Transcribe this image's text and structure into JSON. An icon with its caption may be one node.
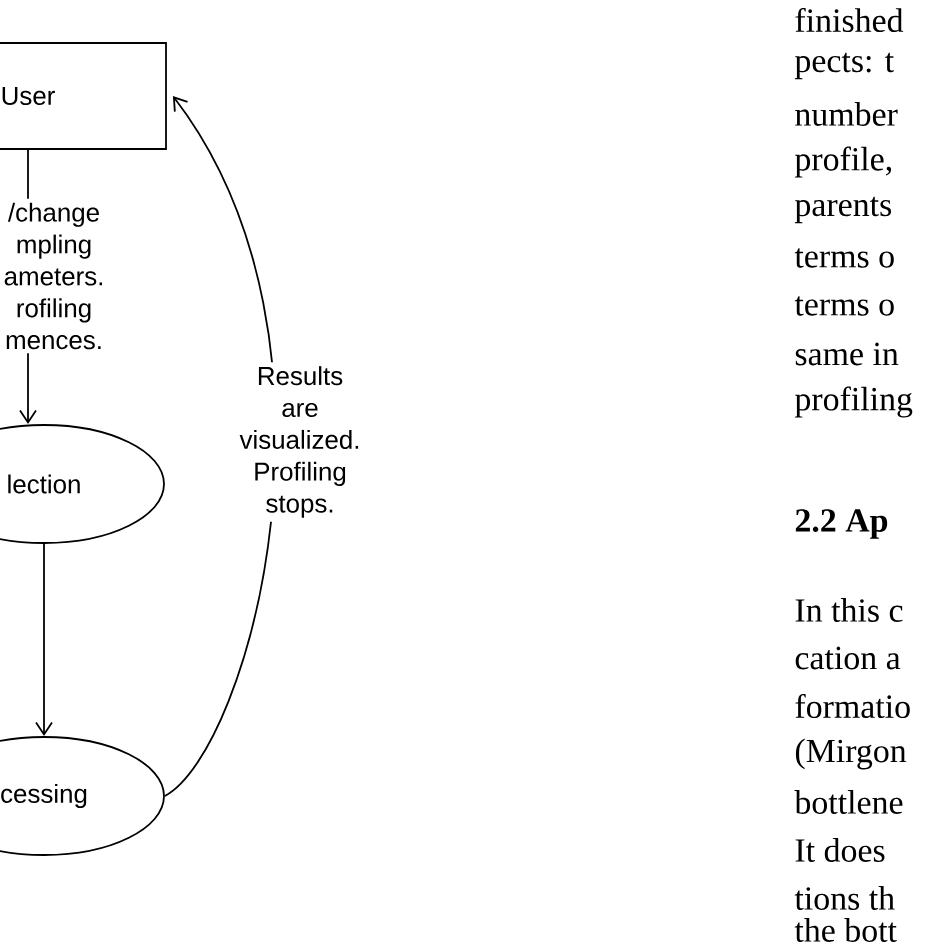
{
  "diagram": {
    "nodes": [
      {
        "text": [
          "User"
        ]
      },
      {
        "text": [
          "lection"
        ]
      },
      {
        "text": [
          "cessing"
        ]
      }
    ],
    "edges": [
      {
        "from": 0,
        "to": 1,
        "arrow": "to",
        "label": "/change mpling ameters. rofiling mences."
      },
      {
        "from": 1,
        "to": 2,
        "arrow": "to"
      },
      {
        "from": 2,
        "to": 0,
        "arrow": "to",
        "label": "Results are visualized. Profiling stops."
      }
    ],
    "labels": [
      "finished",
      "pects: t",
      "number",
      "profile,",
      "parents",
      "terms o",
      "terms o",
      "same in",
      "profiling",
      "**2.2 Ap**",
      "In this c",
      "cation a",
      "formatio",
      "(Mirgon",
      "bottlene",
      "It does",
      "tions th",
      "the bott"
    ]
  }
}
